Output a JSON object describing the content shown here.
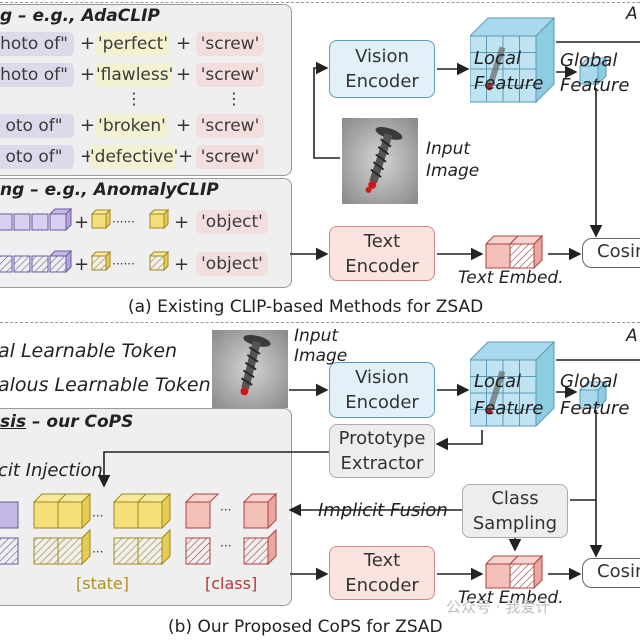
{
  "top": {
    "section1_title": "g – e.g., AdaCLIP",
    "rows": [
      {
        "prompt": "hoto of\"",
        "state": "'perfect'",
        "cls": "'screw'"
      },
      {
        "prompt": "hoto of\"",
        "state": "'flawless'",
        "cls": "'screw'"
      },
      {
        "prompt": "oto of\"",
        "state": "'broken'",
        "cls": "'screw'"
      },
      {
        "prompt": "oto of\"",
        "state": "'defective'",
        "cls": "'screw'"
      }
    ],
    "plus": "+",
    "vdots": "⋮",
    "hdots": "······",
    "section2_title": "ng – e.g., AnomalyCLIP",
    "object_word": "'object'",
    "vision_encoder": "Vision Encoder",
    "text_encoder": "Text Encoder",
    "local_feature": "Local Feature",
    "global_feature": "Global Feature",
    "input_image": "Input Image",
    "text_embed": "Text Embed.",
    "cosine": "Cosin",
    "corner": "A",
    "caption": "(a) Existing CLIP-based Methods for ZSAD"
  },
  "bottom": {
    "normal_token": "al Learnable Token",
    "abnormal_token": "alous Learnable Token",
    "section_title_part1": "sis",
    "section_title_part2": " – our CoPS",
    "implicit_injection": "cit Injection",
    "implicit_fusion": "Implicit Fusion",
    "state_tag": "[state]",
    "class_tag": "[class]",
    "vision_encoder": "Vision Encoder",
    "text_encoder": "Text Encoder",
    "prototype_extractor": "Prototype Extractor",
    "class_sampling": "Class Sampling",
    "local_feature": "Local Feature",
    "global_feature": "Global Feature",
    "input_image": "Input Image",
    "text_embed": "Text Embed.",
    "cosine": "Cosin",
    "corner": "A",
    "caption": "(b) Our Proposed CoPS for ZSAD",
    "watermark": "公众号 · 我爱计"
  },
  "colors": {
    "encoder_blue": "#e2f0f8",
    "encoder_red": "#fbe4e0",
    "feature_blue": "#7dc3dc",
    "prompt_purple": "#c6b8e6",
    "state_yellow": "#f4e07a",
    "class_red": "#f0b5b5",
    "screw_red": "#d01818"
  }
}
